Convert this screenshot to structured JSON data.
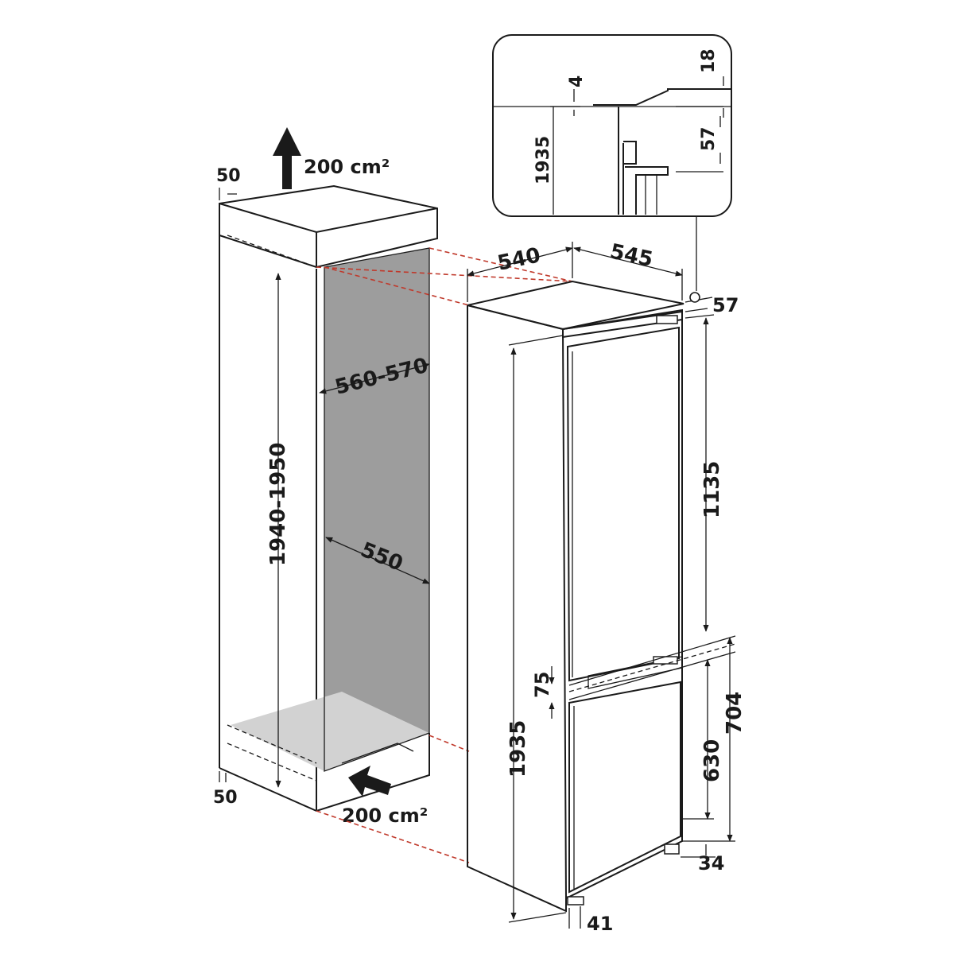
{
  "niche": {
    "top_clearance": "50",
    "bottom_clearance": "50",
    "vent_top": "200",
    "vent_bottom": "200",
    "vent_unit": "cm²",
    "depth": "560-570",
    "width": "550",
    "height": "1940-1950"
  },
  "appliance": {
    "depth": "540",
    "door_depth": "545",
    "top_offset": "57",
    "height": "1935",
    "upper_door": "1135",
    "gap": "75",
    "lower_section": "704",
    "lower_door": "630",
    "base_right": "34",
    "base_front": "41"
  },
  "detail": {
    "top_gap": "4",
    "panel": "18",
    "height": "1935",
    "offset": "57"
  },
  "colors": {
    "niche_back": "#9d9d9d",
    "niche_floor": "#d2d2d2",
    "accent_dash": "#c0392b"
  }
}
